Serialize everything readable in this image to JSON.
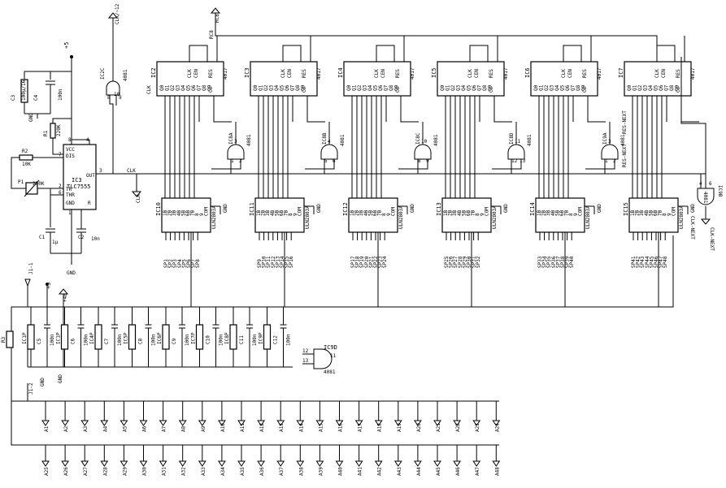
{
  "title": "",
  "supply": {
    "vcc": "+5",
    "gnd": "GND",
    "clk": "CLK",
    "clk_label_top": "CLK/~12",
    "rc8": "RC8",
    "rc8_top": "RC8"
  },
  "ic3": {
    "ref": "IC3",
    "part": "TLC7555",
    "pins": [
      "VCC",
      "DIS",
      "TR",
      "THR",
      "GND",
      "OUT",
      "R"
    ],
    "pin_nums": [
      "8",
      "7",
      "2",
      "6",
      "1",
      "3",
      "4"
    ]
  },
  "passives": {
    "c3": "C3",
    "c3_val": "100µ/16",
    "c4": "C4",
    "c4_val": "100n",
    "r1": "R1",
    "r1_val": "220K",
    "r2": "R2",
    "r2_val": "10K",
    "p1": "P1",
    "p1_val": "250K",
    "c1": "C1",
    "c1_val": "1µ",
    "c2": "C2",
    "c2_val": "10n"
  },
  "ic2c": {
    "ref": "IC2C",
    "part": "4081",
    "pins": [
      "8",
      "9",
      "10"
    ]
  },
  "counters": {
    "pins_left": [
      "Q0",
      "Q1",
      "Q2",
      "Q3",
      "Q4",
      "Q5",
      "Q6",
      "Q7",
      "Q8",
      "Q9"
    ],
    "pins_top": [
      "CLK",
      "CEN",
      "RES"
    ],
    "pins_bottom": [
      "CO"
    ],
    "items": [
      {
        "ref": "IC2",
        "part": "4017"
      },
      {
        "ref": "IC3",
        "part": "4017"
      },
      {
        "ref": "IC4",
        "part": "4017"
      },
      {
        "ref": "IC5",
        "part": "4017"
      },
      {
        "ref": "IC6",
        "part": "4017"
      },
      {
        "ref": "IC7",
        "part": "4017"
      }
    ]
  },
  "gates": [
    {
      "ref": "IC8A",
      "part": "4081",
      "p1": "1",
      "p2": "2",
      "p3": "3"
    },
    {
      "ref": "IC8B",
      "part": "4081",
      "p1": "5",
      "p2": "6",
      "p3": "4"
    },
    {
      "ref": "IC8C",
      "part": "4081",
      "p1": "8",
      "p2": "9",
      "p3": "10"
    },
    {
      "ref": "IC8D",
      "part": "4081",
      "p1": "12",
      "p2": "13",
      "p3": "11"
    },
    {
      "ref": "IC9A",
      "part": "4081",
      "p1": "1",
      "p2": "2",
      "p3": "3"
    }
  ],
  "ic9b": {
    "ref": "IC9B",
    "part": "4081",
    "p_in": "4",
    "p_out": "6"
  },
  "drivers": {
    "pins": [
      "1B",
      "2B",
      "3B",
      "4B",
      "5B",
      "6B",
      "7B",
      "8",
      "9",
      "COM"
    ],
    "items": [
      {
        "ref": "IC10",
        "part": "ULN2803A",
        "outs": [
          "SP1",
          "SP2",
          "SP3",
          "SP4",
          "SP5",
          "SP6",
          "SP7",
          "SP8"
        ]
      },
      {
        "ref": "IC11",
        "part": "ULN2803A",
        "outs": [
          "SP9",
          "SP10",
          "SP11",
          "SP12",
          "SP13",
          "SP14",
          "SP15",
          "SP16"
        ]
      },
      {
        "ref": "IC12",
        "part": "ULN2803A",
        "outs": [
          "SP17",
          "SP18",
          "SP19",
          "SP20",
          "SP21",
          "SP22",
          "SP23",
          "SP24"
        ]
      },
      {
        "ref": "IC13",
        "part": "ULN2803A",
        "outs": [
          "SP25",
          "SP26",
          "SP27",
          "SP28",
          "SP29",
          "SP30",
          "SP31",
          "SP32"
        ]
      },
      {
        "ref": "IC14",
        "part": "ULN2803A",
        "outs": [
          "SP33",
          "SP34",
          "SP35",
          "SP36",
          "SP37",
          "SP38",
          "SP39",
          "SP40"
        ]
      },
      {
        "ref": "IC15",
        "part": "ULN2803A",
        "outs": [
          "SP41",
          "SP42",
          "SP43",
          "SP44",
          "SP45",
          "SP46",
          "SP47",
          "SP48"
        ]
      }
    ]
  },
  "next_labels": {
    "res_next_top": "RES-NEXT",
    "res_next": "RES-NEXT",
    "clk_next": "CLK-NEXT",
    "clk_next_bot": "CLK-NEXT"
  },
  "opto": {
    "r3": "R3",
    "j1_1": "J1-1",
    "j1_2": "J1-2",
    "v48": "+48",
    "cap": "100n",
    "items": [
      {
        "ic": "IC1P",
        "c": "C5"
      },
      {
        "ic": "IC1P",
        "c": "C6"
      },
      {
        "ic": "IC4P",
        "c": "C7"
      },
      {
        "ic": "IC5P",
        "c": "C8"
      },
      {
        "ic": "IC6P",
        "c": "C9"
      },
      {
        "ic": "IC7P",
        "c": "C10"
      },
      {
        "ic": "IC8P",
        "c": "C11"
      },
      {
        "ic": "IC9P",
        "c": "C12"
      }
    ]
  },
  "ic9d": {
    "ref": "IC9D",
    "part": "4081",
    "p1": "12",
    "p2": "13",
    "p3": "11"
  },
  "outputs_row1": [
    "A1",
    "A2",
    "A3",
    "A4",
    "A5",
    "A6",
    "A7",
    "A8",
    "A9",
    "A10",
    "A11",
    "A12",
    "A13",
    "A14",
    "A15",
    "A16",
    "A17",
    "A18",
    "A19",
    "A20",
    "A21",
    "A22",
    "A23",
    "A24"
  ],
  "outputs_row2": [
    "A25",
    "A26",
    "A27",
    "A28",
    "A29",
    "A30",
    "A31",
    "A32",
    "A33",
    "A34",
    "A35",
    "A36",
    "A37",
    "A38",
    "A39",
    "A40",
    "A41",
    "A42",
    "A43",
    "A44",
    "A45",
    "A46",
    "A47",
    "A48"
  ]
}
